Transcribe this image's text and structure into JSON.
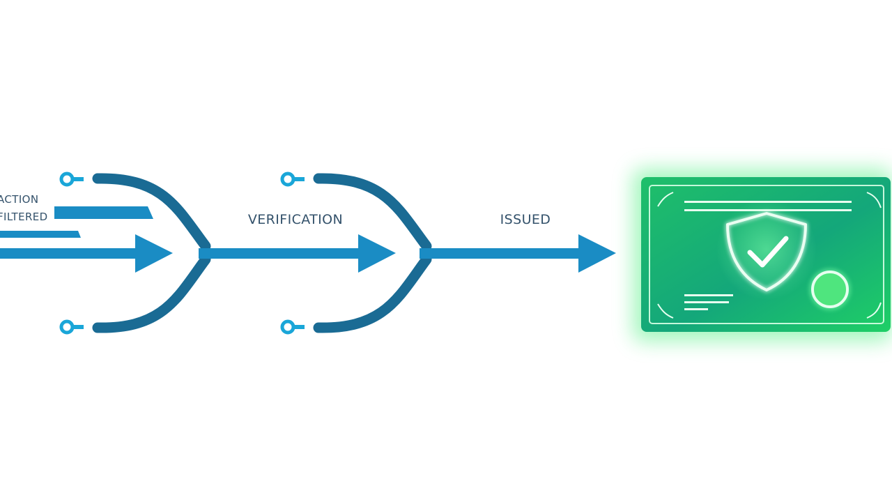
{
  "labels": {
    "start_line1": "ACTION",
    "start_line2": "FILTERED",
    "stage1": "VERIFICATION",
    "stage2": "ISSUED"
  },
  "colors": {
    "flow_blue": "#1a8cc4",
    "flow_dark": "#1a6b94",
    "node_cyan": "#1aa6d8",
    "certificate_green": "#1fbf5f",
    "certificate_glow": "#5cf08a",
    "label_text": "#34526b"
  },
  "icons": {
    "certificate_badge": "shield-check-icon",
    "certificate_seal": "seal-circle-icon",
    "node": "key-node-icon"
  }
}
